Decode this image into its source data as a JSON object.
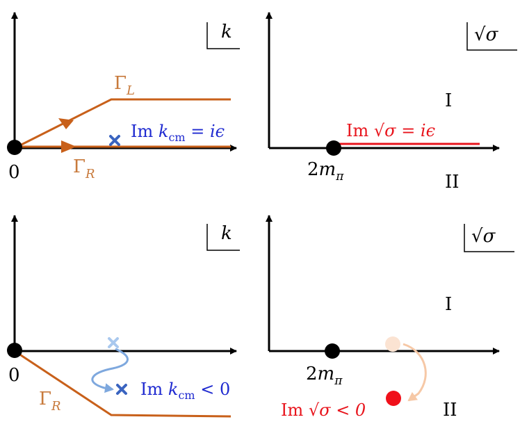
{
  "colors": {
    "axis": "#000000",
    "contour": "#c8601a",
    "contour_label": "#c87a3c",
    "pole_blue": "#3a64c0",
    "pole_blue_light": "#a9c8ee",
    "label_blue": "#1f2ad0",
    "cut_red": "#e8141c",
    "pole_red": "#f0101a",
    "pole_red_light": "#fbe3d2",
    "arrow_peach": "#f6c8a6"
  },
  "panels": {
    "top_left": {
      "plane": "k",
      "origin_label": "0",
      "contour_upper": {
        "label_base": "Γ",
        "label_sub": "L"
      },
      "contour_lower": {
        "label_base": "Γ",
        "label_sub": "R"
      },
      "pole_label": {
        "im": "Im",
        "var": "k",
        "sub": "cm",
        "rest": "= iϵ"
      }
    },
    "top_right": {
      "plane": "√σ",
      "threshold_label": {
        "coef": "2",
        "var": "m",
        "sub": "π"
      },
      "cut_label": {
        "im": "Im",
        "rest": "√σ = iϵ"
      },
      "sheet_upper": "I",
      "sheet_lower": "II"
    },
    "bottom_left": {
      "plane": "k",
      "origin_label": "0",
      "contour": {
        "label_base": "Γ",
        "label_sub": "R"
      },
      "pole_label": {
        "im": "Im",
        "var": "k",
        "sub": "cm",
        "rest": "< 0"
      }
    },
    "bottom_right": {
      "plane": "√σ",
      "threshold_label": {
        "coef": "2",
        "var": "m",
        "sub": "π"
      },
      "pole_label": {
        "im": "Im",
        "rest": "√σ < 0"
      },
      "sheet_upper": "I",
      "sheet_lower": "II"
    }
  }
}
